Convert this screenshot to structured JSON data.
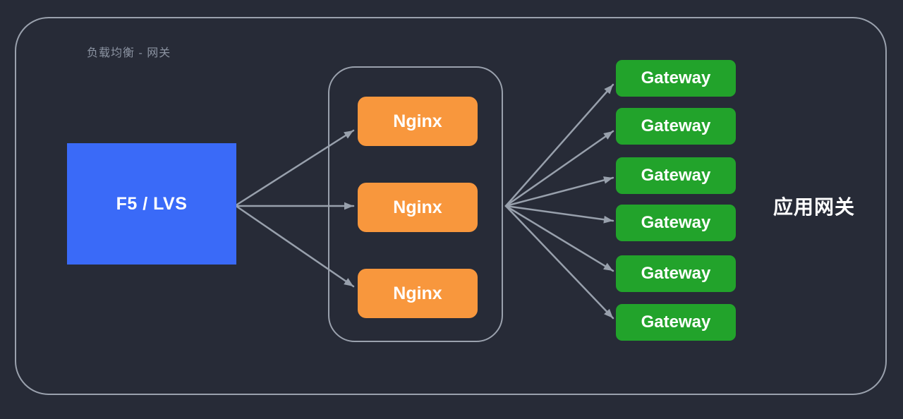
{
  "diagram": {
    "title": "负载均衡 - 网关",
    "side_label": "应用网关",
    "load_balancer": {
      "label": "F5 / LVS"
    },
    "nginx_group": [
      {
        "label": "Nginx"
      },
      {
        "label": "Nginx"
      },
      {
        "label": "Nginx"
      }
    ],
    "gateways": [
      {
        "label": "Gateway"
      },
      {
        "label": "Gateway"
      },
      {
        "label": "Gateway"
      },
      {
        "label": "Gateway"
      },
      {
        "label": "Gateway"
      },
      {
        "label": "Gateway"
      }
    ]
  },
  "colors": {
    "bg": "#272B37",
    "frame": "#9AA1AD",
    "arrow": "#98A0AC",
    "lb-blue": "#3A6AF8",
    "nginx-orange": "#F8973D",
    "gateway-green": "#22A32B",
    "title-gray": "#8B93A1",
    "node-text": "#FFFFFF"
  }
}
